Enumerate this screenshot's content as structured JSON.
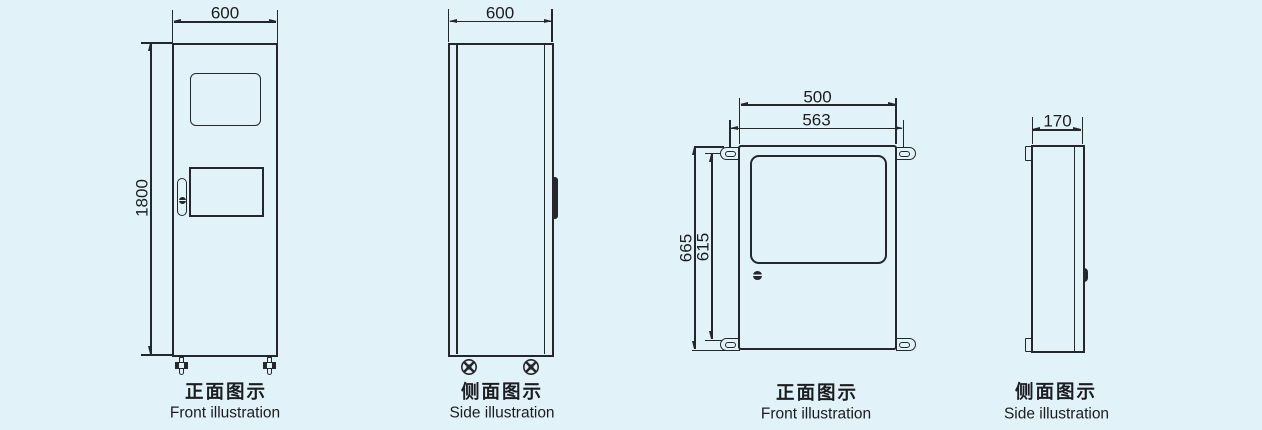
{
  "figure": {
    "background_color": "#e1f2f9",
    "line_color": "#24272b"
  },
  "drawings": [
    {
      "id": "floor-cabinet-front",
      "dim_width": "600",
      "dim_height": "1800",
      "caption_zh": "正面图示",
      "caption_en": "Front illustration"
    },
    {
      "id": "floor-cabinet-side",
      "dim_depth": "600",
      "caption_zh": "侧面图示",
      "caption_en": "Side illustration"
    },
    {
      "id": "wall-box-front",
      "dim_body_width": "500",
      "dim_mount_width": "563",
      "dim_overall_height": "665",
      "dim_mount_height": "615",
      "caption_zh": "正面图示",
      "caption_en": "Front illustration"
    },
    {
      "id": "wall-box-side",
      "dim_depth": "170",
      "caption_zh": "侧面图示",
      "caption_en": "Side illustration"
    }
  ]
}
